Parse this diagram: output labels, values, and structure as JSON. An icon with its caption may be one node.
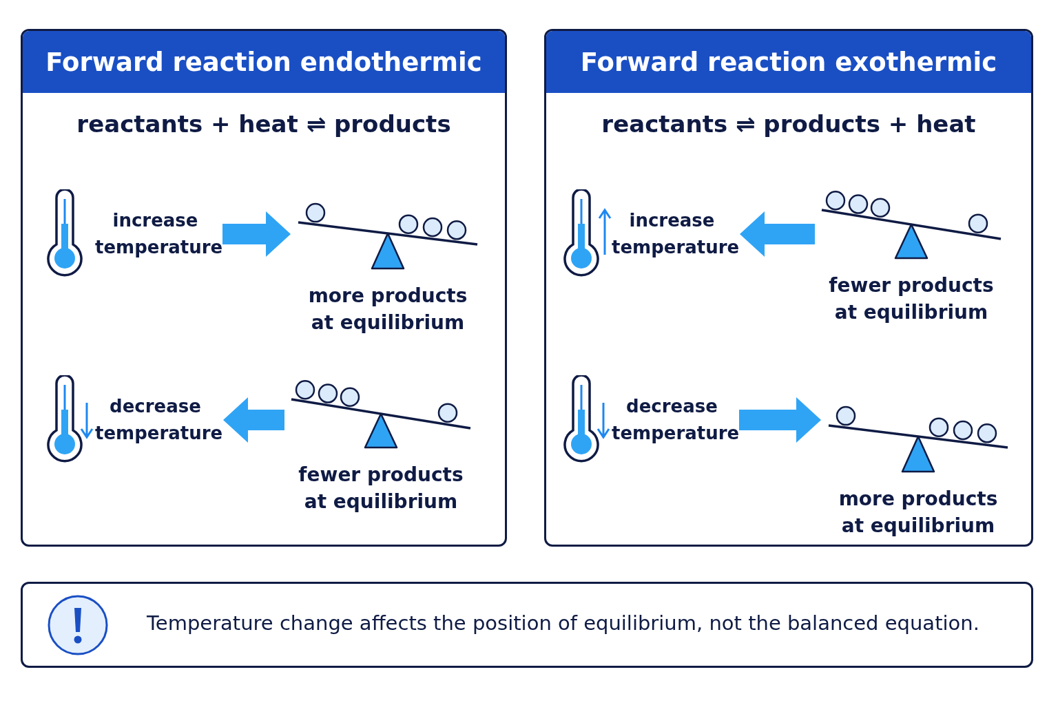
{
  "diagram": {
    "nodes": [
      {
        "text": [
          "Forward reaction endothermic",
          "reactants + heat ⇌ products"
        ]
      },
      {
        "text": [
          "increase temperature"
        ],
        "in": 0
      },
      {
        "text": [
          "more products at equilibrium"
        ],
        "in": 0
      },
      {
        "text": [
          "decrease temperature"
        ],
        "in": 0
      },
      {
        "text": [
          "fewer products at equilibrium"
        ],
        "in": 0
      },
      {
        "text": [
          "Forward reaction exothermic",
          "reactants ⇌ products + heat"
        ]
      },
      {
        "text": [
          "increase temperature"
        ],
        "in": 5
      },
      {
        "text": [
          "fewer products at equilibrium"
        ],
        "in": 5
      },
      {
        "text": [
          "decrease temperature"
        ],
        "in": 5
      },
      {
        "text": [
          "more products at equilibrium"
        ],
        "in": 5
      },
      {
        "text": [
          "Temperature change affects the position of equilibrium, not the balanced equation."
        ]
      }
    ],
    "edges": [
      {
        "from": 1,
        "to": 2,
        "arrow": "to"
      },
      {
        "from": 4,
        "to": 3,
        "arrow": "to"
      },
      {
        "from": 7,
        "to": 6,
        "arrow": "to"
      },
      {
        "from": 8,
        "to": 9,
        "arrow": "to"
      }
    ]
  }
}
